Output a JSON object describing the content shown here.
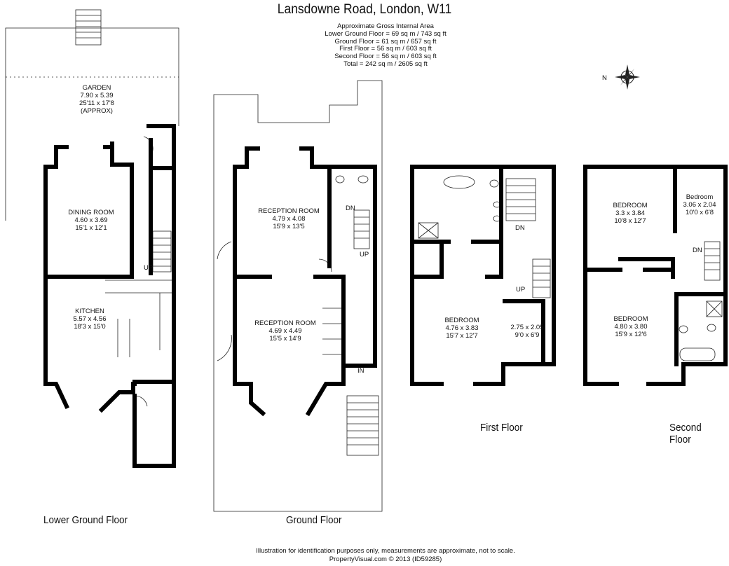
{
  "title": "Lansdowne Road, London, W11",
  "area_summary": {
    "heading": "Approximate Gross Internal Area",
    "lines": [
      "Lower Ground Floor = 69 sq m / 743 sq ft",
      "Ground Floor = 61 sq m / 657 sq ft",
      "First Floor = 56 sq m / 603 sq ft",
      "Second Floor = 56 sq m / 603 sq ft",
      "Total = 242 sq m / 2605 sq ft"
    ]
  },
  "compass": {
    "label": "N",
    "icon": "compass-rose-icon"
  },
  "floors": {
    "lower_ground": {
      "label": "Lower Ground Floor",
      "rooms": {
        "garden": {
          "name": "GARDEN",
          "metric": "7.90 x 5.39",
          "imperial": "25'11 x 17'8",
          "note": "(APPROX)"
        },
        "dining": {
          "name": "DINING ROOM",
          "metric": "4.60 x 3.69",
          "imperial": "15'1 x 12'1"
        },
        "kitchen": {
          "name": "KITCHEN",
          "metric": "5.57 x 4.56",
          "imperial": "18'3 x 15'0"
        }
      },
      "stair_label": "UP"
    },
    "ground": {
      "label": "Ground Floor",
      "rooms": {
        "reception1": {
          "name": "RECEPTION ROOM",
          "metric": "4.79 x 4.08",
          "imperial": "15'9 x 13'5"
        },
        "reception2": {
          "name": "RECEPTION ROOM",
          "metric": "4.69 x 4.49",
          "imperial": "15'5 x 14'9"
        }
      },
      "stair_down": "DN",
      "stair_up": "UP",
      "entrance": "IN"
    },
    "first": {
      "label": "First Floor",
      "rooms": {
        "bedroom": {
          "name": "BEDROOM",
          "metric": "4.76 x 3.83",
          "imperial": "15'7 x 12'7"
        },
        "study": {
          "metric": "2.75 x 2.05",
          "imperial": "9'0 x 6'9"
        }
      },
      "stair_down": "DN",
      "stair_up": "UP"
    },
    "second": {
      "label": "Second Floor",
      "rooms": {
        "bedroom1": {
          "name": "BEDROOM",
          "metric": "3.3 x 3.84",
          "imperial": "10'8 x 12'7"
        },
        "bedroom_small": {
          "name": "Bedroom",
          "metric": "3.06 x 2.04",
          "imperial": "10'0 x 6'8"
        },
        "bedroom2": {
          "name": "BEDROOM",
          "metric": "4.80 x 3.80",
          "imperial": "15'9 x 12'6"
        }
      },
      "stair_down": "DN"
    }
  },
  "footer": {
    "disclaimer": "Illustration for identification purposes only, measurements are approximate, not to scale.",
    "credit": "PropertyVisual.com © 2013 (ID59285)"
  }
}
